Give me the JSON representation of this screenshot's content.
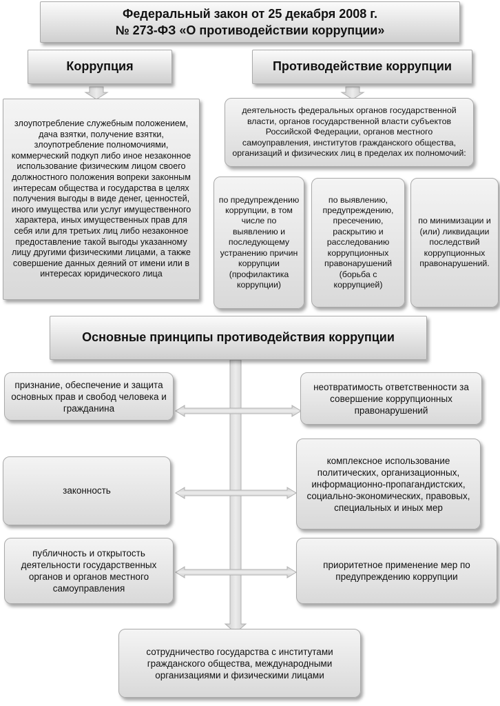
{
  "title": {
    "line1": "Федеральный закон от 25 декабря 2008 г.",
    "line2": "№ 273-ФЗ «О противодействии коррупции»"
  },
  "corruption": {
    "heading": "Коррупция",
    "definition": "злоупотребление служебным положением, дача взятки, получение взятки, злоупотребление полномочиями, коммерческий подкуп либо иное незаконное использование физическим лицом своего должностного положения вопреки законным интересам общества и государства в целях получения выгоды в виде денег, ценностей, иного имущества или услуг имущественного характера, иных имущественных прав для себя или для третьих лиц либо незаконное предоставление такой выгоды указанному лицу другими физическими лицами, а также совершение данных деяний от имени или в интересах юридического лица"
  },
  "counteraction": {
    "heading": "Противодействие коррупции",
    "definition": "деятельность федеральных органов государственной власти, органов государственной власти субъектов Российской Федерации, органов местного самоуправления, институтов гражданского общества, организаций и физических лиц в пределах их полномочий:",
    "directions": [
      "по предупреждению коррупции, в том числе по выявлению и последующему устранению причин коррупции (профилактика коррупции)",
      "по выявлению, предупреждению, пресечению, раскрытию и расследованию коррупционных правонарушений (борьба с коррупцией)",
      "по минимизации и (или) ликвидации последствий коррупционных правонарушений."
    ]
  },
  "principles": {
    "heading": "Основные принципы противодействия коррупции",
    "left": [
      "признание, обеспечение и защита основных прав и свобод человека и гражданина",
      "законность",
      "публичность и открытость деятельности государственных органов и органов местного самоуправления"
    ],
    "right": [
      "неотвратимость ответственности за совершение коррупционных правонарушений",
      "комплексное использование политических, организационных, информационно-пропагандистских, социально-экономических, правовых, специальных и иных мер",
      "приоритетное применение мер по предупреждению коррупции"
    ],
    "bottom": "сотрудничество государства с институтами гражданского общества, международными организациями и физическими лицами"
  }
}
